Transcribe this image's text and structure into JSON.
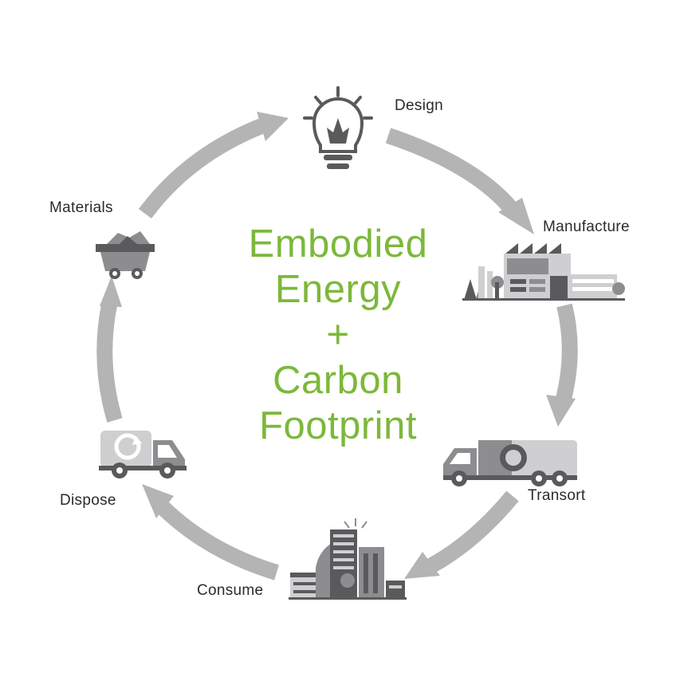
{
  "colors": {
    "accent": "#7cb83a",
    "arrow": "#b4b4b4",
    "icon_dark": "#5a5a5c",
    "icon_mid": "#8d8d90",
    "icon_light": "#cfcfd1",
    "text": "#2b2b2b"
  },
  "center_title": {
    "line1": "Embodied",
    "line2": "Energy",
    "line3": "+",
    "line4": "Carbon",
    "line5": "Footprint"
  },
  "stages": [
    {
      "id": "design",
      "label": "Design",
      "icon": "lightbulb-icon"
    },
    {
      "id": "manufacture",
      "label": "Manufacture",
      "icon": "factory-icon"
    },
    {
      "id": "transport",
      "label": "Transort",
      "icon": "truck-icon"
    },
    {
      "id": "consume",
      "label": "Consume",
      "icon": "city-buildings-icon"
    },
    {
      "id": "dispose",
      "label": "Dispose",
      "icon": "recycling-truck-icon"
    },
    {
      "id": "materials",
      "label": "Materials",
      "icon": "mine-cart-icon"
    }
  ]
}
